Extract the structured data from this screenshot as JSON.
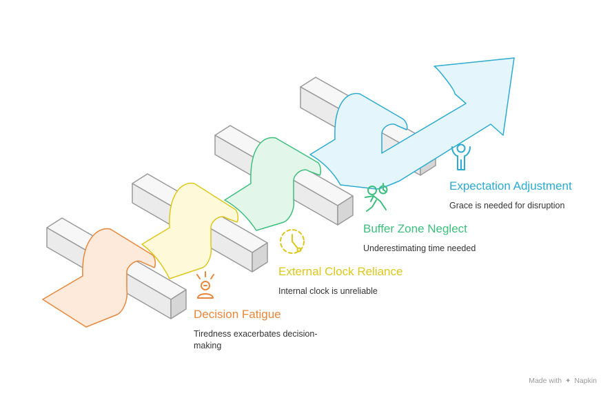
{
  "steps": [
    {
      "title": "Decision Fatigue",
      "description": "Tiredness exacerbates decision-making",
      "color": "#E8863A",
      "icon": "stressed-person-icon"
    },
    {
      "title": "External Clock Reliance",
      "description": "Internal clock is unreliable",
      "color": "#DDC71A",
      "icon": "clock-icon"
    },
    {
      "title": "Buffer Zone Neglect",
      "description": "Underestimating time needed",
      "color": "#3CBF7C",
      "icon": "running-person-timer-icon"
    },
    {
      "title": "Expectation Adjustment",
      "description": "Grace is needed for disruption",
      "color": "#2BAAD3",
      "icon": "person-arms-up-icon"
    }
  ],
  "footer": {
    "made_with": "Made with",
    "brand": "Napkin",
    "brand_icon": "napkin-logo-icon"
  }
}
